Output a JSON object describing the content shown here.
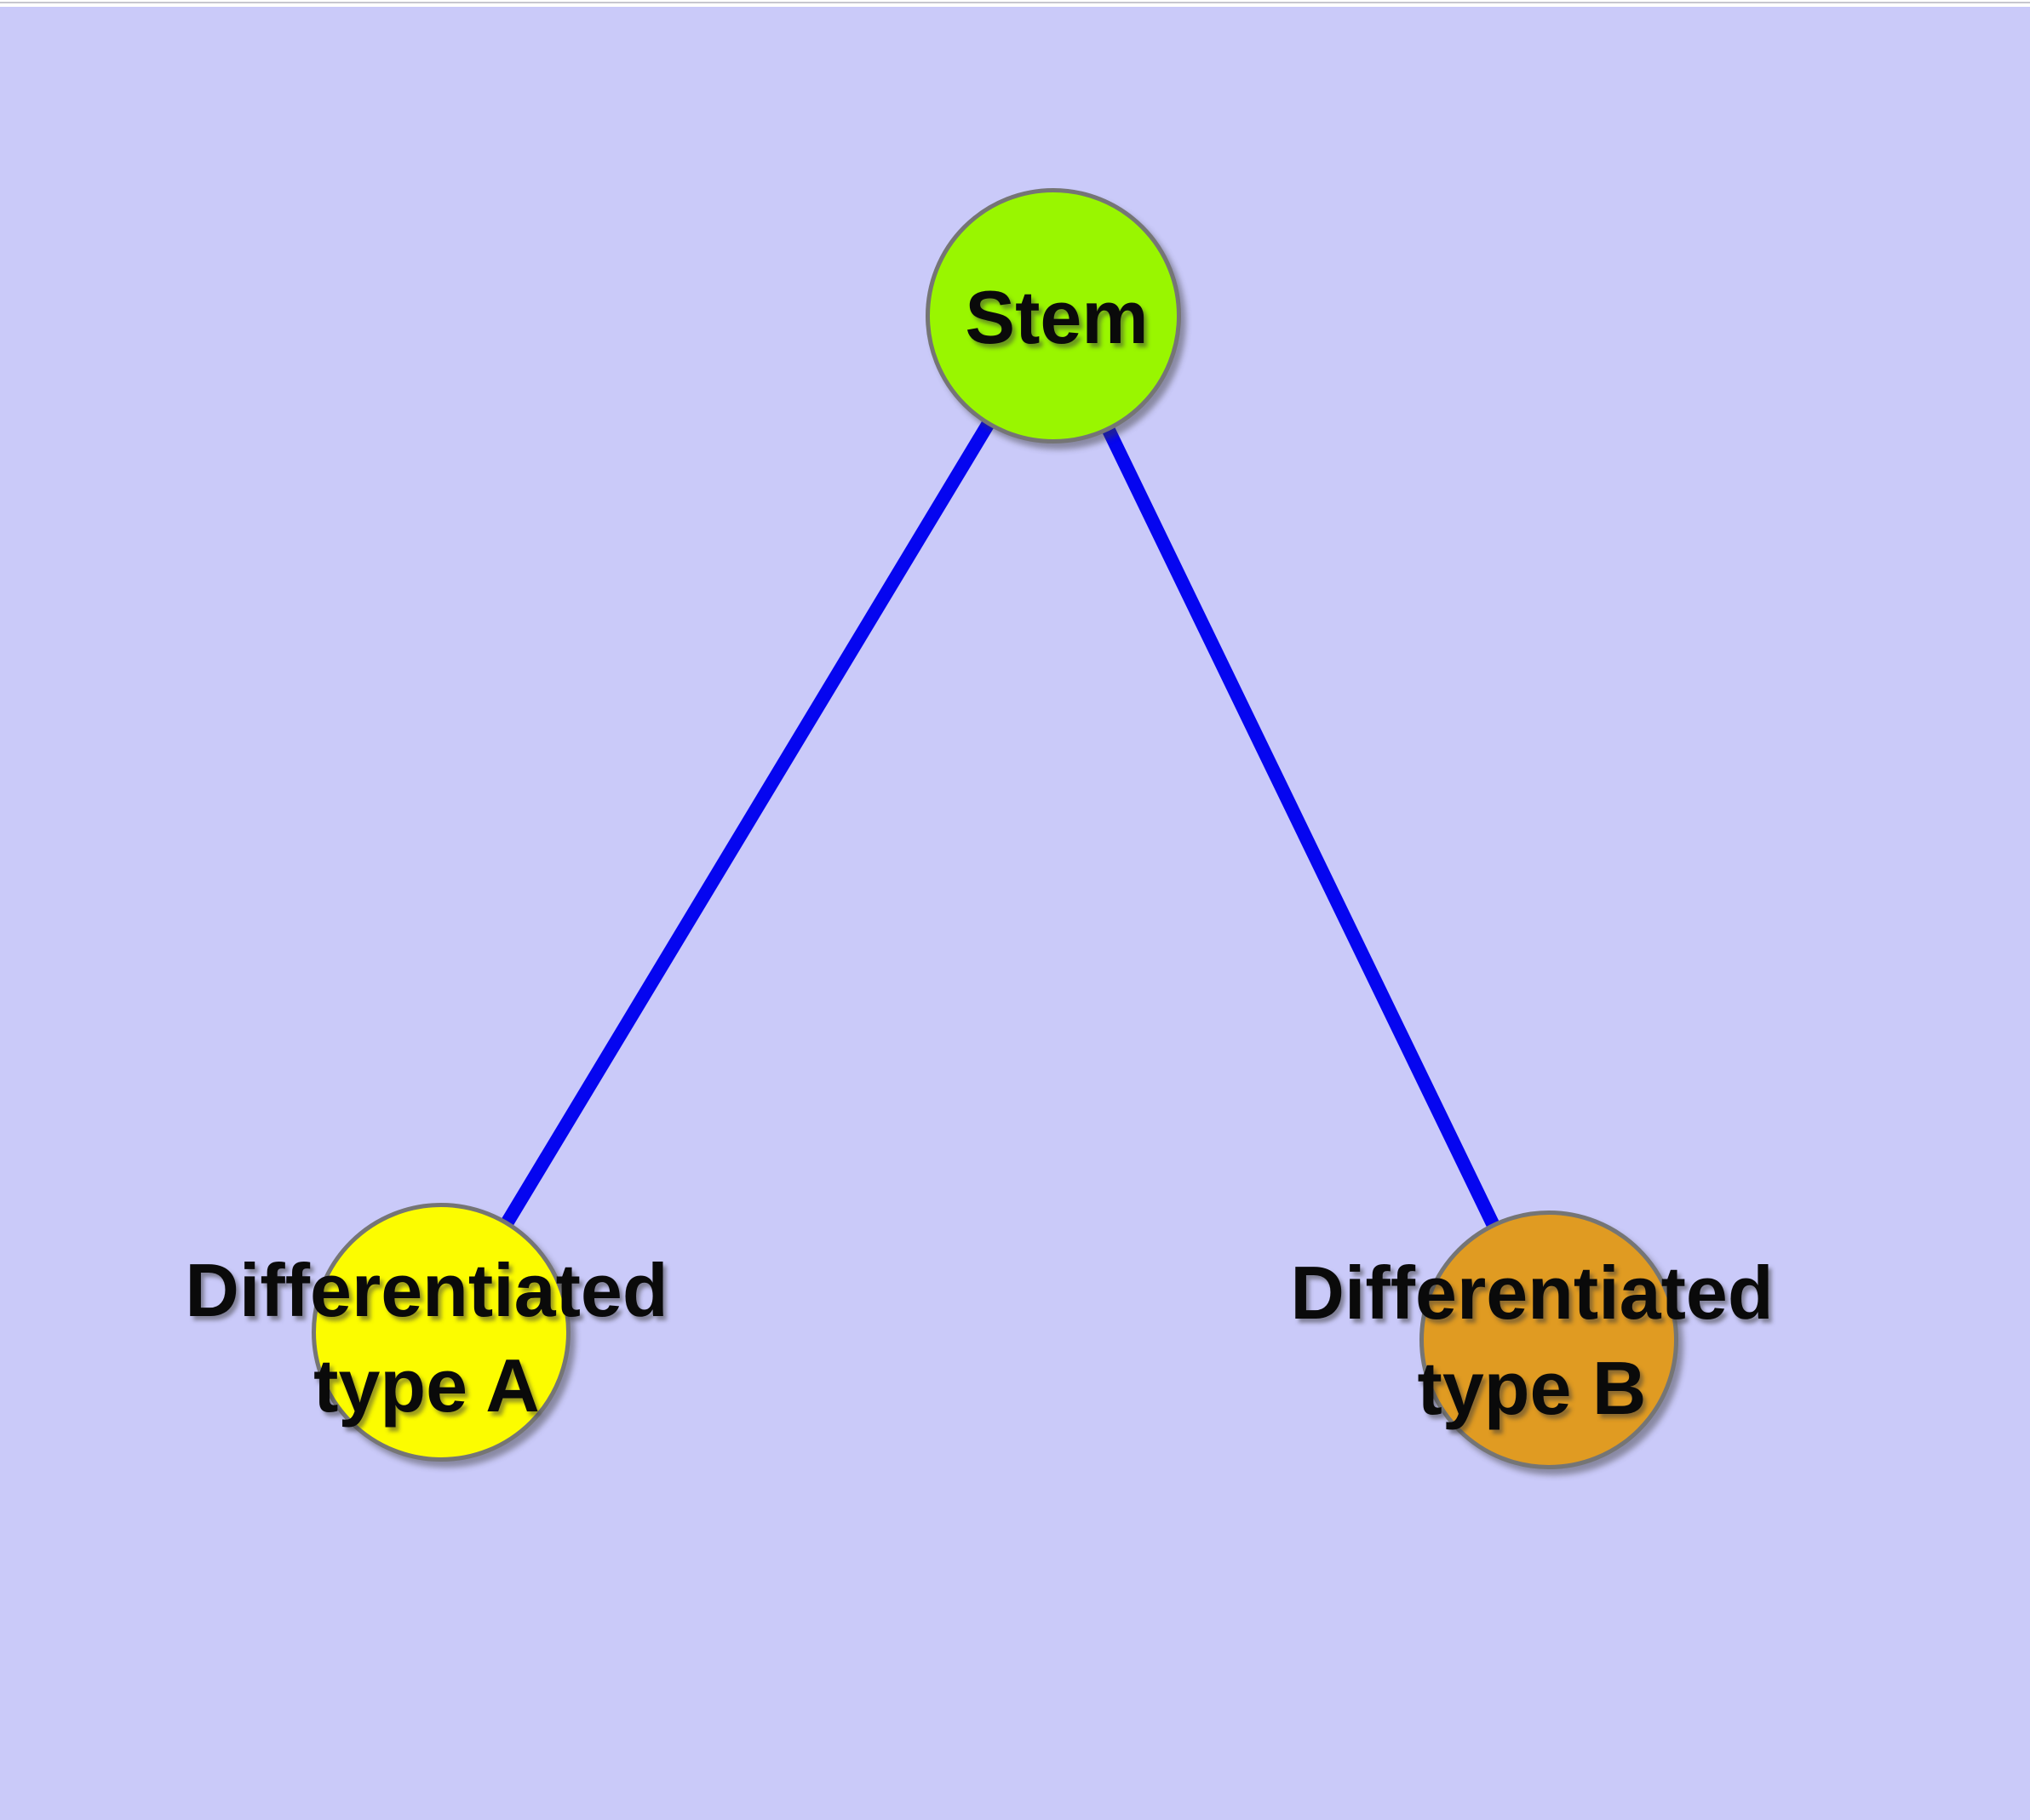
{
  "diagram": {
    "type": "graph",
    "colors": {
      "background": "#CACAF9",
      "top_strip": "#FFFFFF",
      "edge": "#0505F0",
      "node_border": "#757575",
      "label_text": "#0A0A0A"
    },
    "nodes": [
      {
        "id": "stem",
        "label": "Stem",
        "label_lines": [
          "Stem"
        ],
        "fill": "#99F600"
      },
      {
        "id": "differentiated-type-a",
        "label": "Differentiated type A",
        "label_lines": [
          "Differentiated",
          "type A"
        ],
        "fill": "#FCFC00"
      },
      {
        "id": "differentiated-type-b",
        "label": "Differentiated type B",
        "label_lines": [
          "Differentiated",
          "type B"
        ],
        "fill": "#E09B22"
      }
    ],
    "edges": [
      {
        "from": "stem",
        "to": "differentiated-type-a"
      },
      {
        "from": "stem",
        "to": "differentiated-type-b"
      }
    ]
  }
}
